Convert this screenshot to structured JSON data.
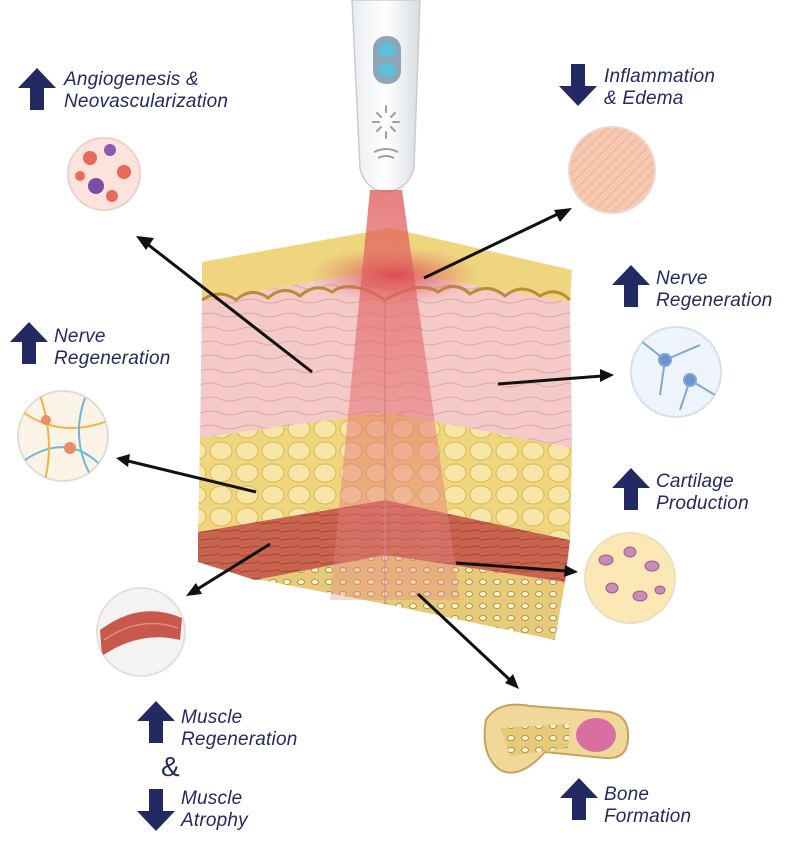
{
  "colors": {
    "accent": "#232a63",
    "arrow": "#111111",
    "skin_dermis": "#f2c6c4",
    "fat": "#f2dc8c",
    "muscle": "#c8644f",
    "bone": "#e8cf8a",
    "laser": "#e88a8a"
  },
  "device": {
    "name": "laser-handpiece",
    "icon": "device-icon"
  },
  "effects": {
    "angiogenesis": {
      "direction": "up",
      "line1": "Angiogenesis &",
      "line2": "Neovascularization"
    },
    "inflammation": {
      "direction": "down",
      "line1": "Inflammation",
      "line2": "& Edema"
    },
    "nerve_left": {
      "direction": "up",
      "line1": "Nerve",
      "line2": "Regeneration"
    },
    "nerve_right": {
      "direction": "up",
      "line1": "Nerve",
      "line2": "Regeneration"
    },
    "cartilage": {
      "direction": "up",
      "line1": "Cartilage",
      "line2": "Production"
    },
    "muscle_regen": {
      "direction": "up",
      "line1": "Muscle",
      "line2": "Regeneration"
    },
    "ampersand": "&",
    "muscle_atrophy": {
      "direction": "down",
      "line1": "Muscle",
      "line2": "Atrophy"
    },
    "bone": {
      "direction": "up",
      "line1": "Bone",
      "line2": "Formation"
    }
  }
}
